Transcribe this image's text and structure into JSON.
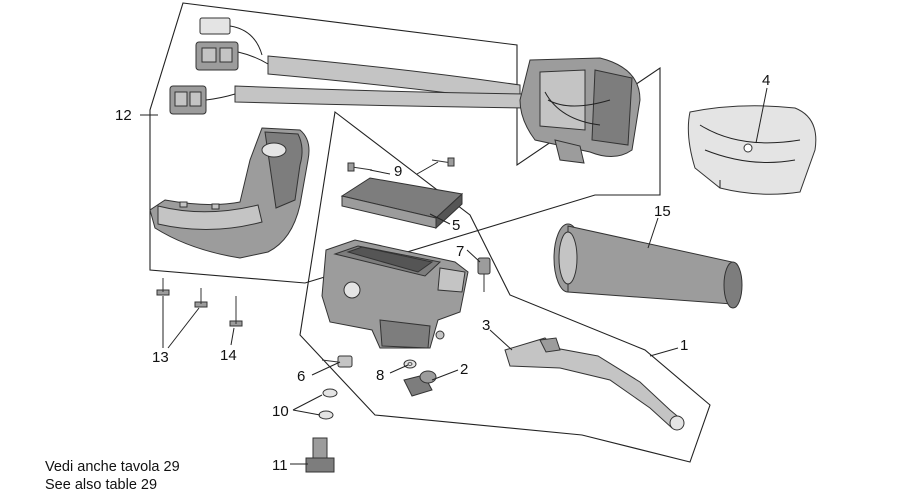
{
  "diagram": {
    "callouts": [
      "1",
      "2",
      "3",
      "4",
      "5",
      "6",
      "7",
      "8",
      "9",
      "10",
      "11",
      "12",
      "13",
      "14",
      "15"
    ],
    "notes": {
      "line1": "Vedi anche tavola 29",
      "line2": "See also table 29"
    }
  }
}
